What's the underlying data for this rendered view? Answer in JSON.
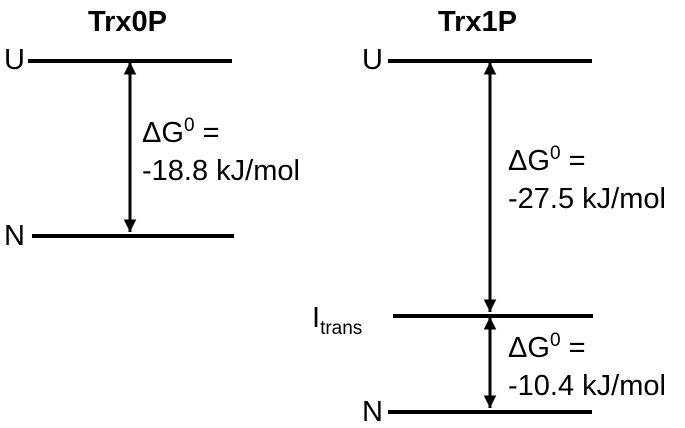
{
  "panels": [
    {
      "title": "Trx0P",
      "levels": {
        "top": "U",
        "bottom": "N"
      },
      "steps": [
        {
          "delta_label": "ΔG",
          "superscript": "0",
          "equals": "=",
          "value": "-18.8 kJ/mol"
        }
      ]
    },
    {
      "title": "Trx1P",
      "levels": {
        "top": "U",
        "middle_main": "I",
        "middle_sub": "trans",
        "bottom": "N"
      },
      "steps": [
        {
          "delta_label": "ΔG",
          "superscript": "0",
          "equals": "=",
          "value": "-27.5 kJ/mol"
        },
        {
          "delta_label": "ΔG",
          "superscript": "0",
          "equals": "=",
          "value": "-10.4 kJ/mol"
        }
      ]
    }
  ],
  "colors": {
    "ink": "#000000",
    "background": "#ffffff"
  }
}
